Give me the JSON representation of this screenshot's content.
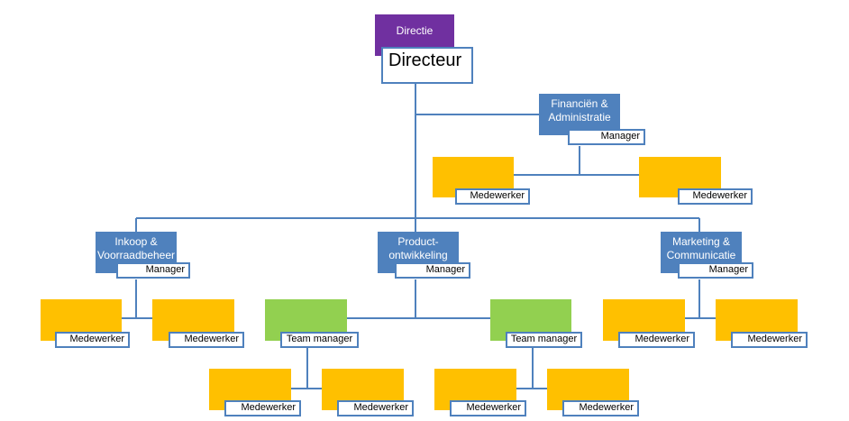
{
  "top": {
    "header": "Directie",
    "title": "Directeur"
  },
  "departments": {
    "finance": {
      "name": "Financiën & Administratie",
      "role": "Manager"
    },
    "purchasing": {
      "name": "Inkoop & Voorraadbeheer",
      "role": "Manager"
    },
    "product": {
      "name": "Product-ontwikkeling",
      "role": "Manager"
    },
    "marketing": {
      "name": "Marketing & Communicatie",
      "role": "Manager"
    }
  },
  "roles": {
    "employee": "Medewerker",
    "team_manager": "Team manager"
  },
  "colors": {
    "header": "#7030a0",
    "department": "#4f81bd",
    "employee": "#ffc000",
    "team": "#92d050",
    "line": "#4f81bd"
  }
}
